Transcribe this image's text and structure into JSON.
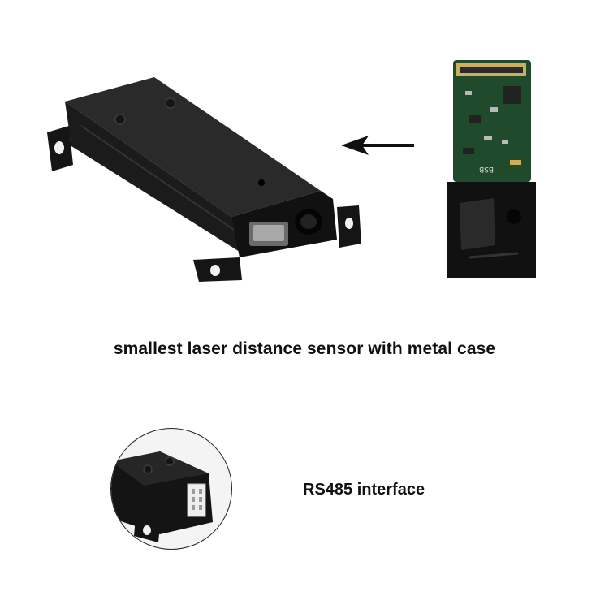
{
  "caption": "smallest laser distance sensor with metal case",
  "interface_label": "RS485 interface",
  "images": {
    "main_product": "laser-sensor-metal-case",
    "module": "sensor-module-pcb",
    "detail": "rs485-connector-closeup"
  },
  "pcb_marking": "BSB"
}
